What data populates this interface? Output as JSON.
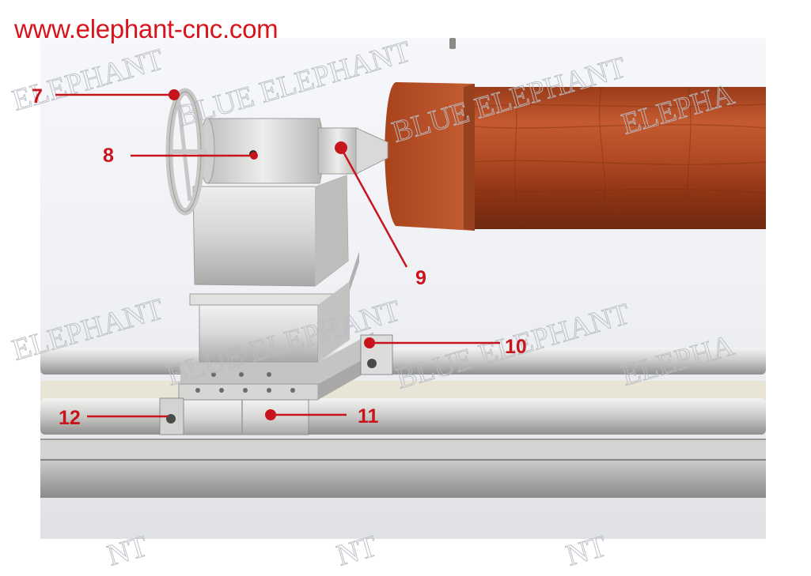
{
  "website": "www.elephant-cnc.com",
  "watermark": {
    "text": "BLUE ELEPHANT",
    "partial_top_left": "ELEPHANT",
    "partial_edge": "ELEPHA",
    "partial_bottom": "NT"
  },
  "callouts": [
    {
      "label": "7"
    },
    {
      "label": "8"
    },
    {
      "label": "9"
    },
    {
      "label": "10"
    },
    {
      "label": "11"
    },
    {
      "label": "12"
    }
  ],
  "colors": {
    "accent_red": "#d9131c",
    "callout_red": "#c8141c",
    "wood": "#b24a22",
    "metal": "#d6d6d4",
    "rail": "#c8c8c6"
  }
}
